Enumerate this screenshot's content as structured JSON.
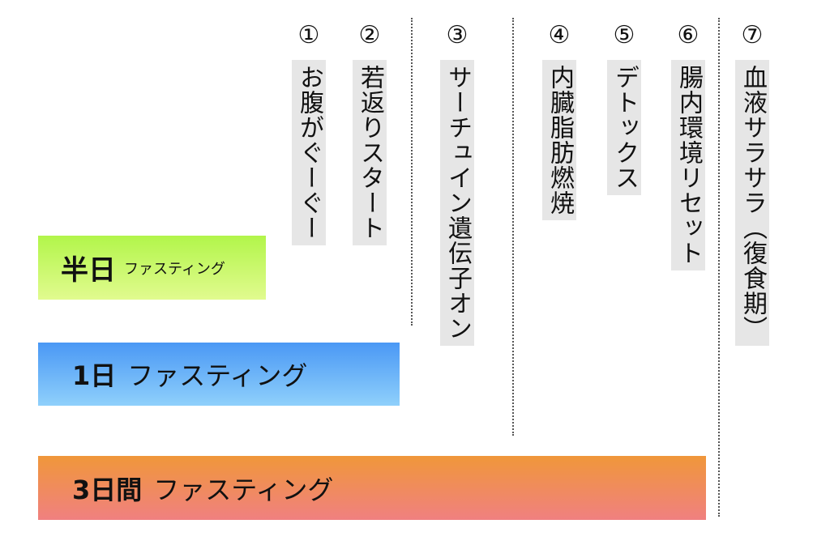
{
  "stages": [
    {
      "number": "①",
      "label": "お腹がぐーぐー"
    },
    {
      "number": "②",
      "label": "若返りスタート"
    },
    {
      "number": "③",
      "label": "サーチュイン遺伝子オン"
    },
    {
      "number": "④",
      "label": "内臓脂肪燃焼"
    },
    {
      "number": "⑤",
      "label": "デトックス"
    },
    {
      "number": "⑥",
      "label": "腸内環境リセット"
    },
    {
      "number": "⑦",
      "label": "血液サラサラ（復食期）"
    }
  ],
  "bars": {
    "half": {
      "strong": "半日",
      "sub": "ファスティング",
      "color_top": "#b2f54a",
      "color_bottom": "#e1fb8f"
    },
    "one": {
      "strong": "1日",
      "sub": "ファスティング",
      "color_top": "#4a98f5",
      "color_bottom": "#8fd0fb"
    },
    "three": {
      "strong": "3日間",
      "sub": "ファスティング",
      "color_top": "#f0973a",
      "color_bottom": "#f08080"
    }
  }
}
